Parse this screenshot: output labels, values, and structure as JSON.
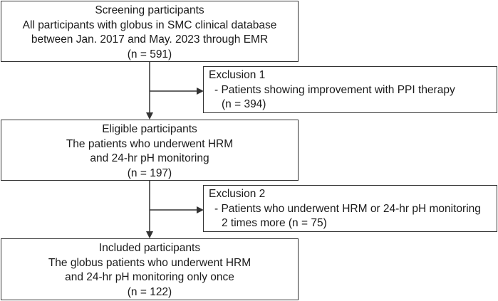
{
  "flowchart": {
    "screening": {
      "title": "Screening participants",
      "line1": "All participants with globus in SMC clinical database",
      "line2": "between Jan. 2017 and May. 2023 through EMR",
      "count": "(n = 591)"
    },
    "exclusion1": {
      "title": "Exclusion 1",
      "line1": "- Patients showing improvement with PPI therapy",
      "count": "(n = 394)"
    },
    "eligible": {
      "title": "Eligible participants",
      "line1": "The patients who underwent HRM",
      "line2": "and 24-hr pH monitoring",
      "count": "(n = 197)"
    },
    "exclusion2": {
      "title": "Exclusion 2",
      "line1": "- Patients who underwent HRM or 24-hr pH monitoring",
      "line2": "2 times more (n = 75)"
    },
    "included": {
      "title": "Included participants",
      "line1": "The globus patients who underwent HRM",
      "line2": "and 24-hr pH monitoring only once",
      "count": "(n = 122)"
    }
  },
  "colors": {
    "border": "#333333",
    "arrow": "#333333",
    "text": "#1a1a1a"
  }
}
